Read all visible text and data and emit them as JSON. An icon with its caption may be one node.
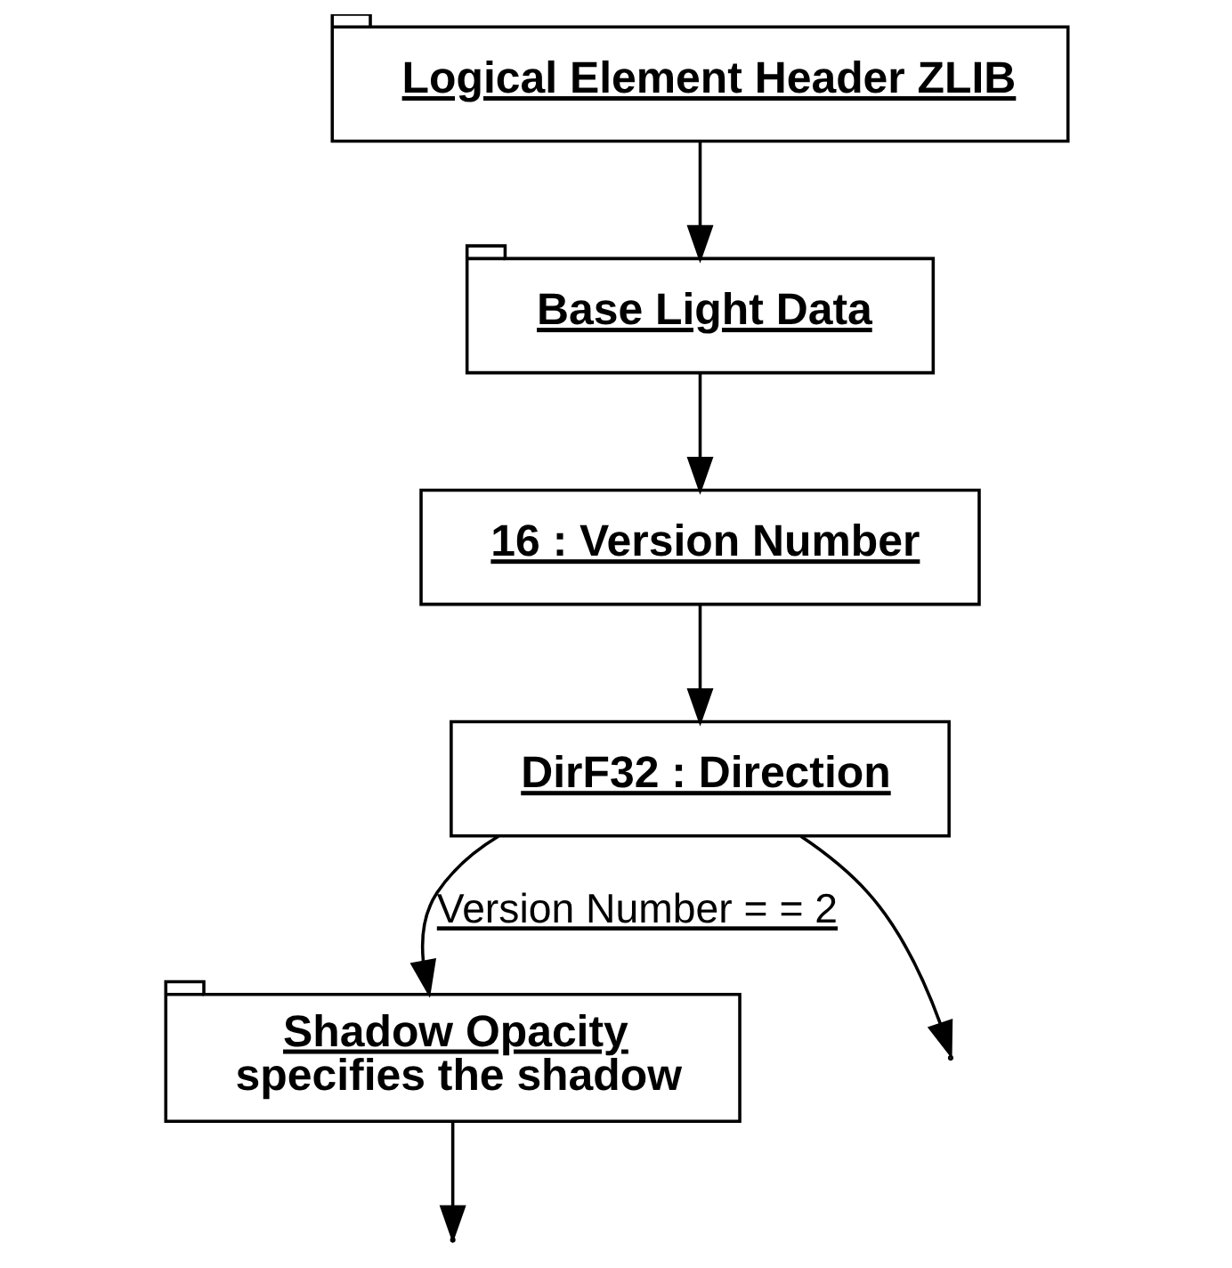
{
  "diagram": {
    "nodes": [
      {
        "text": [
          "Logical Element Header ZLIB"
        ]
      },
      {
        "text": [
          "Base Light Data"
        ]
      },
      {
        "text": [
          "16 : Version Number"
        ]
      },
      {
        "text": [
          "DirF32 : Direction"
        ]
      },
      {
        "text": [
          "Shadow Opacity",
          "specifies the shadow"
        ]
      }
    ],
    "edges": [
      {
        "from": 0,
        "to": 1,
        "arrow": "to"
      },
      {
        "from": 1,
        "to": 2,
        "arrow": "to"
      },
      {
        "from": 2,
        "to": 3,
        "arrow": "to"
      },
      {
        "from": 3,
        "to": 4,
        "arrow": "to",
        "label": "Version Number = = 2"
      },
      {
        "from": 3,
        "to": null,
        "arrow": "to"
      },
      {
        "from": 4,
        "to": null,
        "arrow": "to"
      }
    ]
  }
}
